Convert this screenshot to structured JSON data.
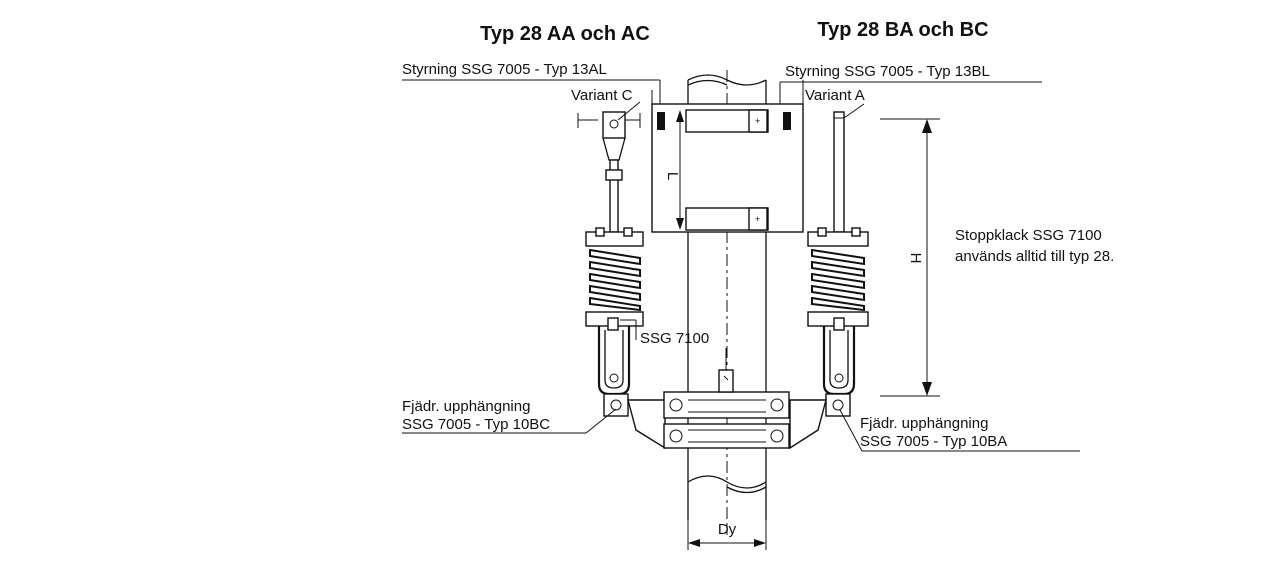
{
  "titles": {
    "left": "Typ 28 AA och AC",
    "right": "Typ 28 BA och BC"
  },
  "labels": {
    "guide_left": "Styrning SSG 7005 - Typ 13AL",
    "guide_right": "Styrning SSG 7005 - Typ 13BL",
    "variant_c": "Variant C",
    "variant_a": "Variant A",
    "stop_note_line1": "Stoppklack SSG 7100",
    "stop_note_line2": "används alltid till typ 28.",
    "ssg7100": "SSG 7100",
    "hanger_left_line1": "Fjädr. upphängning",
    "hanger_left_line2": "SSG 7005 - Typ 10BC",
    "hanger_right_line1": "Fjädr. upphängning",
    "hanger_right_line2": "SSG 7005 - Typ 10BA"
  },
  "dimensions": {
    "length": "L",
    "height": "H",
    "diameter": "Dy"
  }
}
